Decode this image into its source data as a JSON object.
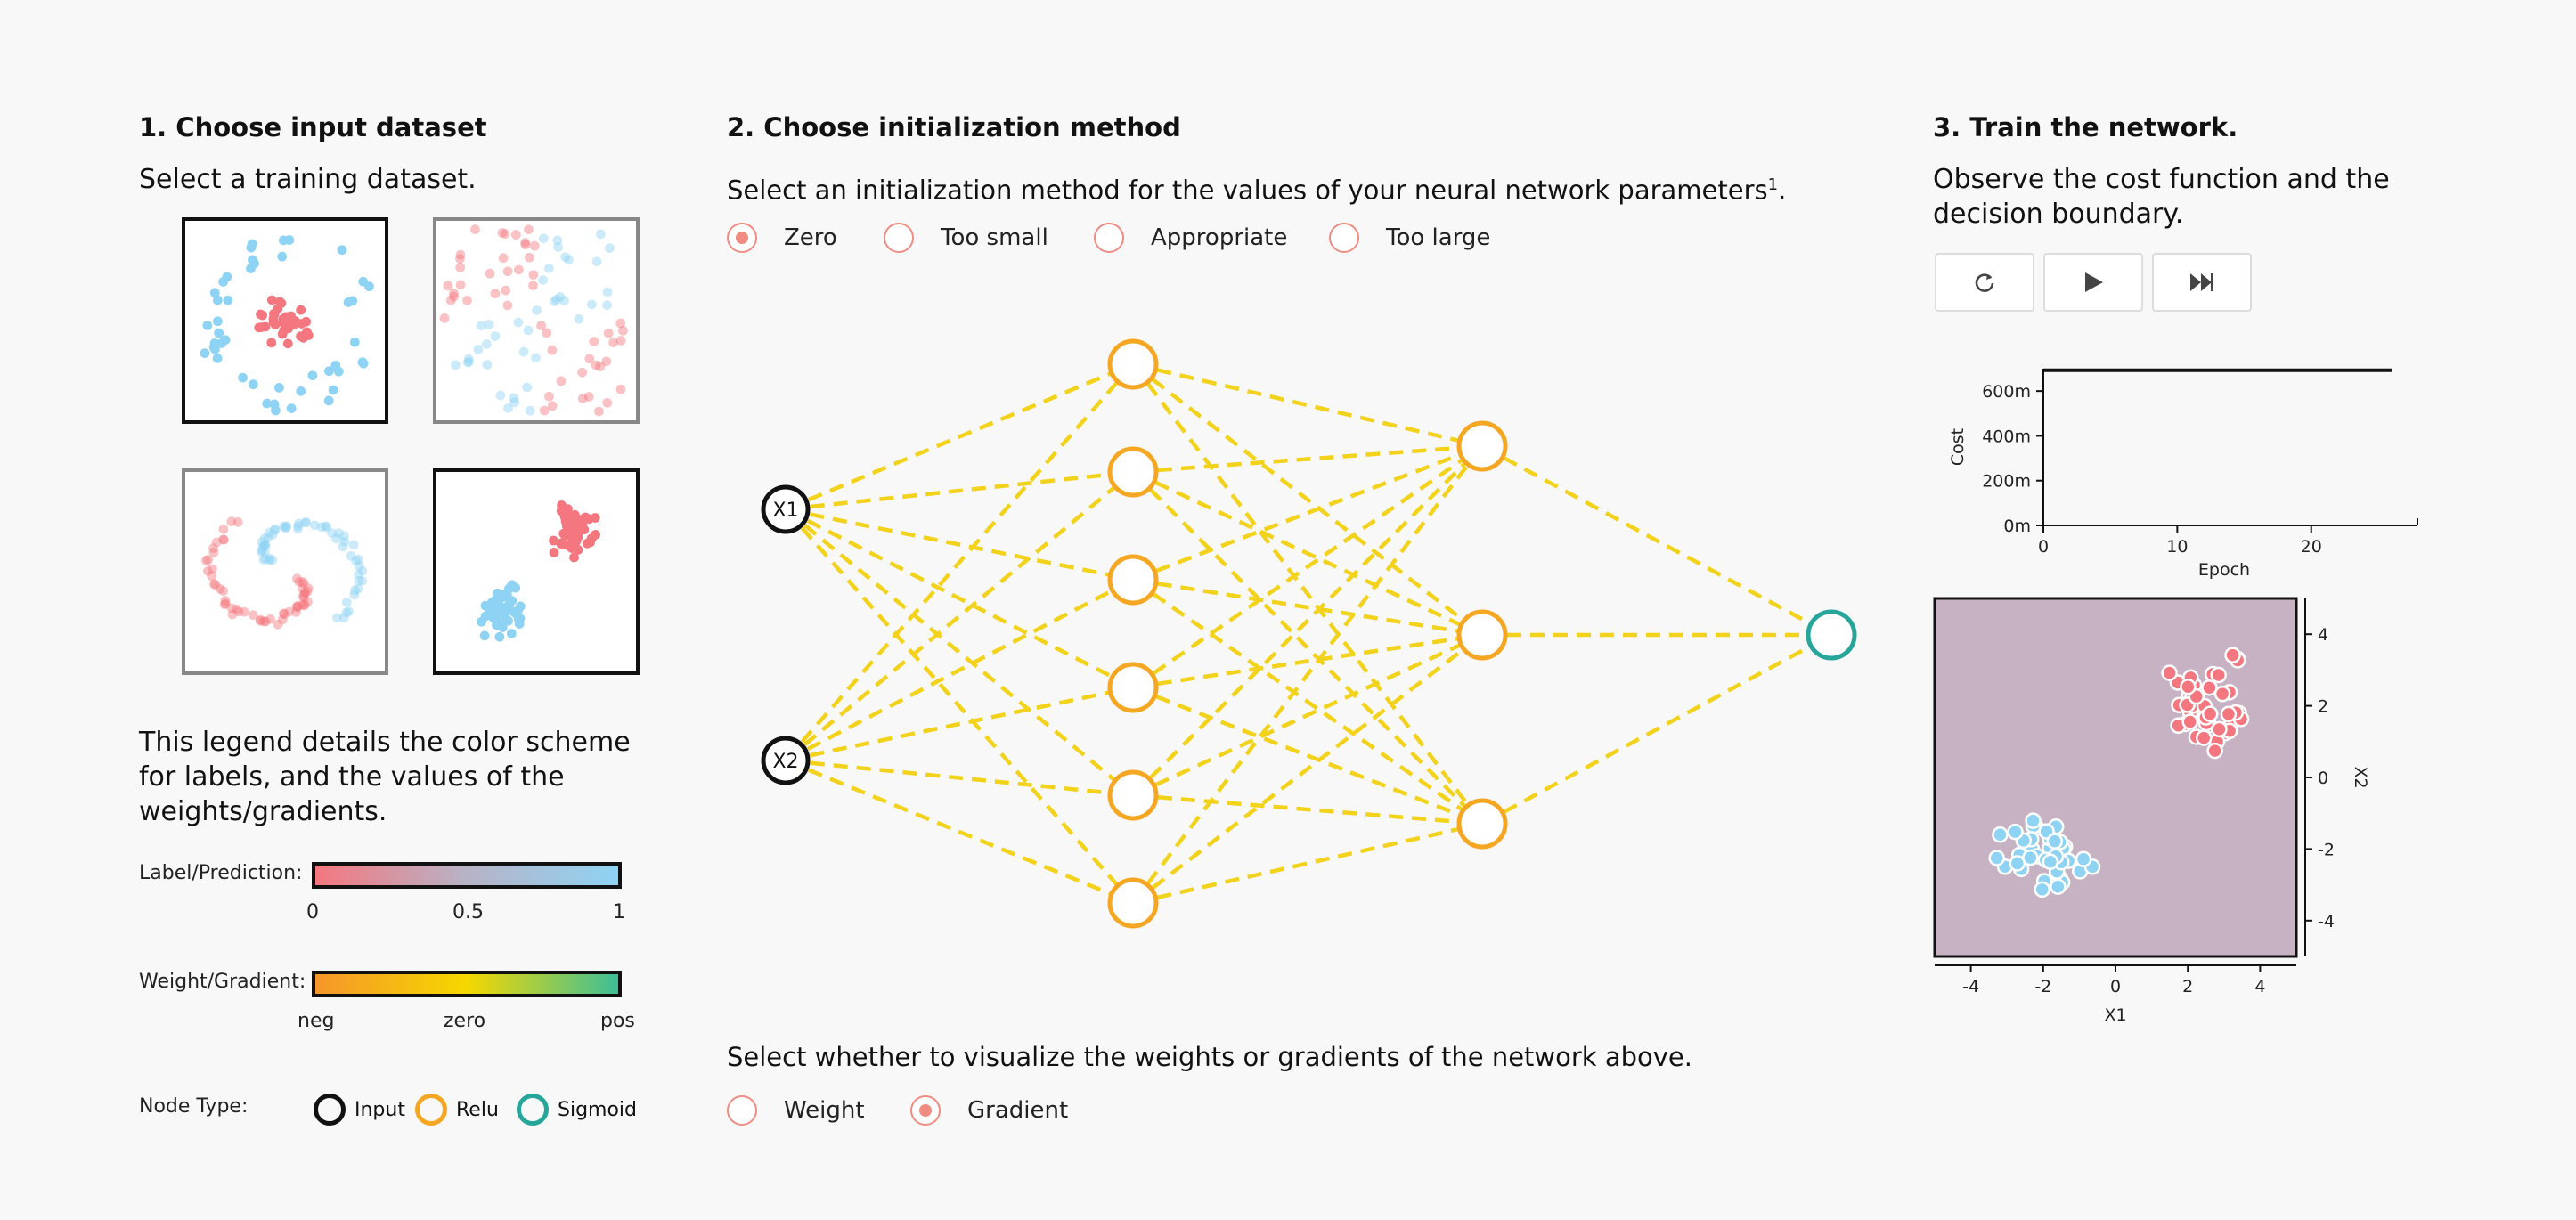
{
  "section1": {
    "title": "1. Choose input dataset",
    "subtitle": "Select a training dataset.",
    "legend_text": "This legend details the color scheme for labels, and the values of the weights/gradients.",
    "label_legend": {
      "label": "Label/Prediction:",
      "ticks": [
        "0",
        "0.5",
        "1"
      ]
    },
    "weight_legend": {
      "label": "Weight/Gradient:",
      "ticks": [
        "neg",
        "zero",
        "pos"
      ]
    },
    "node_type": {
      "label": "Node Type:",
      "items": [
        "Input",
        "Relu",
        "Sigmoid"
      ]
    }
  },
  "section2": {
    "title": "2. Choose initialization method",
    "subtitle": "Select an initialization method for the values of your neural network parameters",
    "footnote": "1",
    "period": ".",
    "init_options": [
      "Zero",
      "Too small",
      "Appropriate",
      "Too large"
    ],
    "init_selected": "Zero",
    "viz_prompt": "Select whether to visualize the weights or gradients of the network above.",
    "viz_options": [
      "Weight",
      "Gradient"
    ],
    "viz_selected": "Gradient",
    "input_nodes": [
      "X1",
      "X2"
    ]
  },
  "section3": {
    "title": "3. Train the network.",
    "subtitle": "Observe the cost function and the decision boundary."
  },
  "colors": {
    "pred0": "#f4777f",
    "pred1": "#8fd3f4",
    "relu": "#f5a623",
    "sigmoid": "#26a69a",
    "edge": "#f2d21b",
    "boundary_bg": "#c6b2c3"
  },
  "icons": {
    "reset": "reset-icon",
    "play": "play-icon",
    "step": "step-icon"
  },
  "chart_data": [
    {
      "type": "line",
      "xlabel": "Epoch",
      "ylabel": "Cost",
      "x_ticks": [
        "0",
        "10",
        "20"
      ],
      "y_ticks": [
        "0m",
        "200m",
        "400m",
        "600m"
      ],
      "xlim": [
        0,
        27
      ],
      "ylim": [
        0,
        700
      ],
      "series": [
        {
          "x": [
            0,
            26
          ],
          "values": [
            693,
            693
          ]
        }
      ]
    },
    {
      "type": "scatter",
      "xlabel": "X1",
      "ylabel": "X2",
      "x_ticks": [
        "-4",
        "-2",
        "0",
        "2",
        "4"
      ],
      "y_ticks": [
        "4",
        "2",
        "0",
        "-2",
        "-4"
      ],
      "xlim": [
        -5,
        5
      ],
      "ylim": [
        -5,
        5
      ]
    }
  ]
}
